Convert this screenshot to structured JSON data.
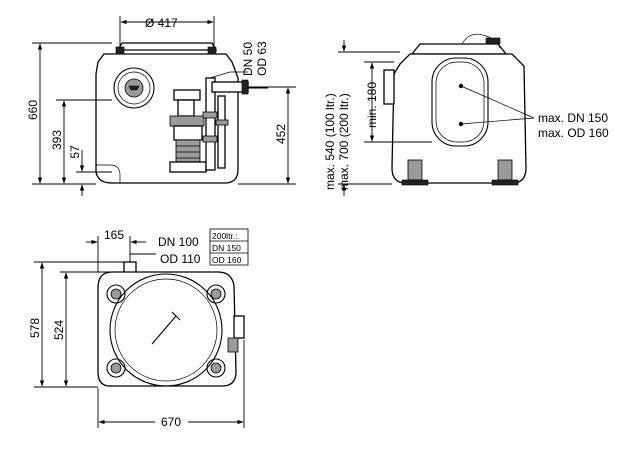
{
  "side_view": {
    "top_diameter": "Ø 417",
    "height_total": "660",
    "height_inlet": "393",
    "height_bottom": "57",
    "outlet_dn": "DN 50",
    "outlet_od": "OD 63",
    "height_outlet": "452"
  },
  "front_view": {
    "max_540": "max. 540 (100 ltr.)",
    "max_700": "max. 700 (200 ltr.)",
    "min_180": "min. 180",
    "inlet_dn": "max. DN 150",
    "inlet_od": "max. OD 160"
  },
  "top_view": {
    "offset": "165",
    "vent_dn": "DN 100",
    "vent_od": "OD 110",
    "box_line1": "200ltr.:",
    "box_line2": "DN 150",
    "box_line3": "OD 160",
    "depth_outer": "578",
    "depth_inner": "524",
    "width": "670"
  }
}
